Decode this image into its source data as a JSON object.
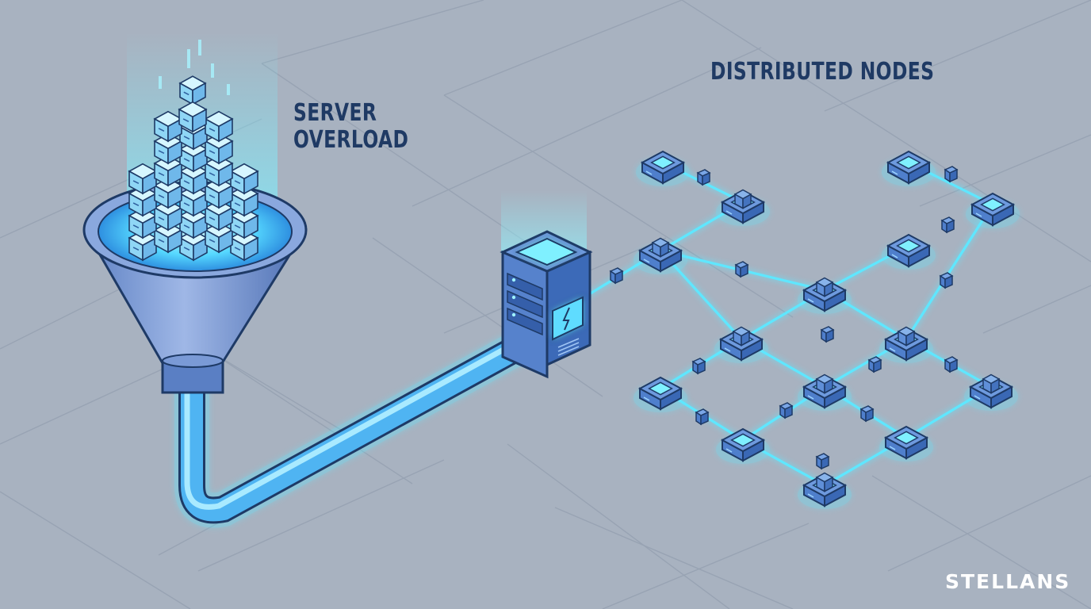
{
  "labels": {
    "server_line1": "SERVER",
    "server_line2": "OVERLOAD",
    "distributed": "DISTRIBUTED NODES"
  },
  "brand": "STELLANS",
  "colors": {
    "background": "#a8b2c0",
    "grid_line": "#98a3b3",
    "glow": "#5ee7ff",
    "pipe": "#4fb4f2",
    "node_face": "#3f70c2",
    "outline": "#1e3a66",
    "label_text": "#1f3a64"
  },
  "icons": [
    "funnel-icon",
    "server-tower-icon",
    "data-cube-icon",
    "network-node-icon",
    "pipe-icon"
  ]
}
